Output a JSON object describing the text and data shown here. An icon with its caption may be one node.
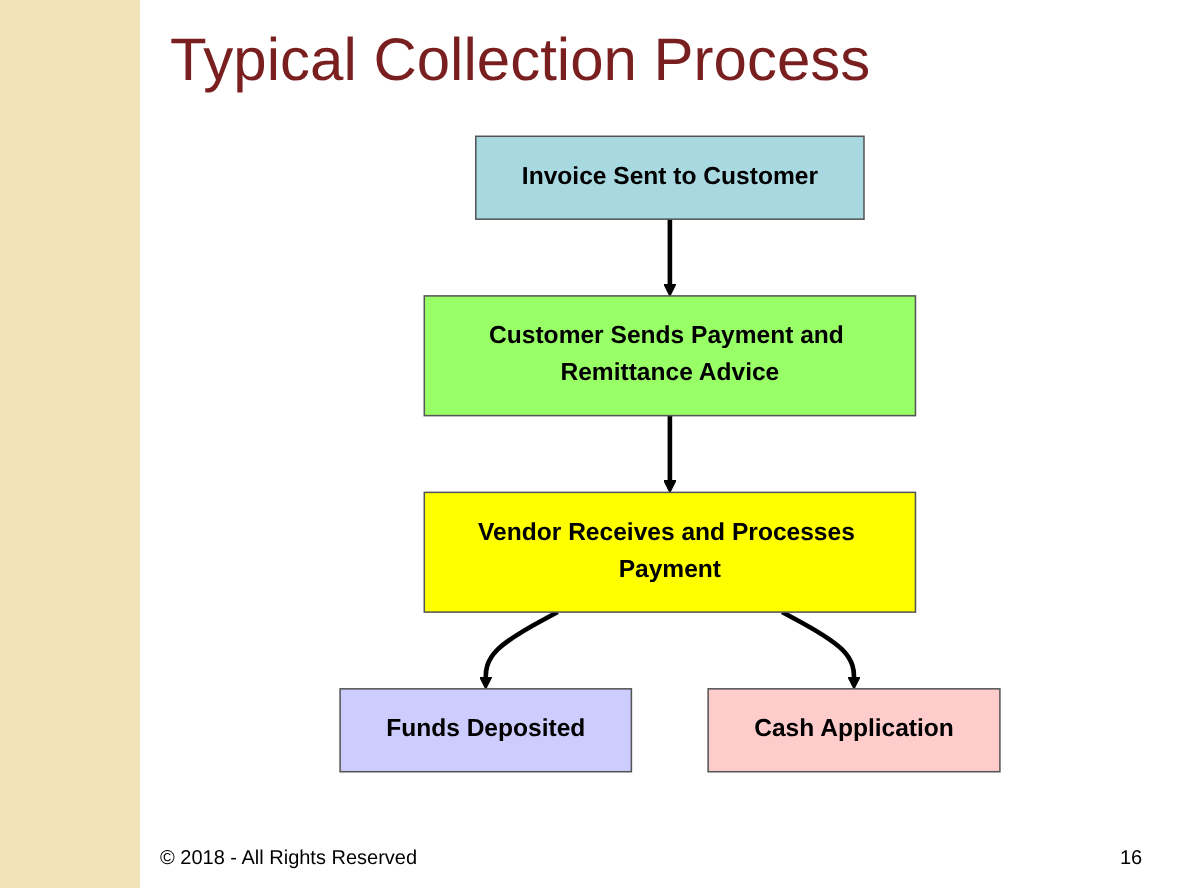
{
  "diagram": {
    "title": "Typical Collection Process",
    "nodes": [
      {
        "text": [
          "Invoice Sent to Customer"
        ]
      },
      {
        "text": [
          "Customer Sends Payment and Remittance Advice"
        ]
      },
      {
        "text": [
          "Vendor Receives and Processes Payment"
        ]
      },
      {
        "text": [
          "Funds Deposited"
        ]
      },
      {
        "text": [
          "Cash Application"
        ]
      }
    ],
    "edges": [
      {
        "from": 0,
        "to": 1,
        "arrow": "to"
      },
      {
        "from": 1,
        "to": 2,
        "arrow": "to"
      },
      {
        "from": 2,
        "to": 3,
        "arrow": "to"
      },
      {
        "from": 2,
        "to": 4,
        "arrow": "to"
      }
    ],
    "labels": [
      "© 2018 - All Rights Reserved",
      "16"
    ]
  }
}
